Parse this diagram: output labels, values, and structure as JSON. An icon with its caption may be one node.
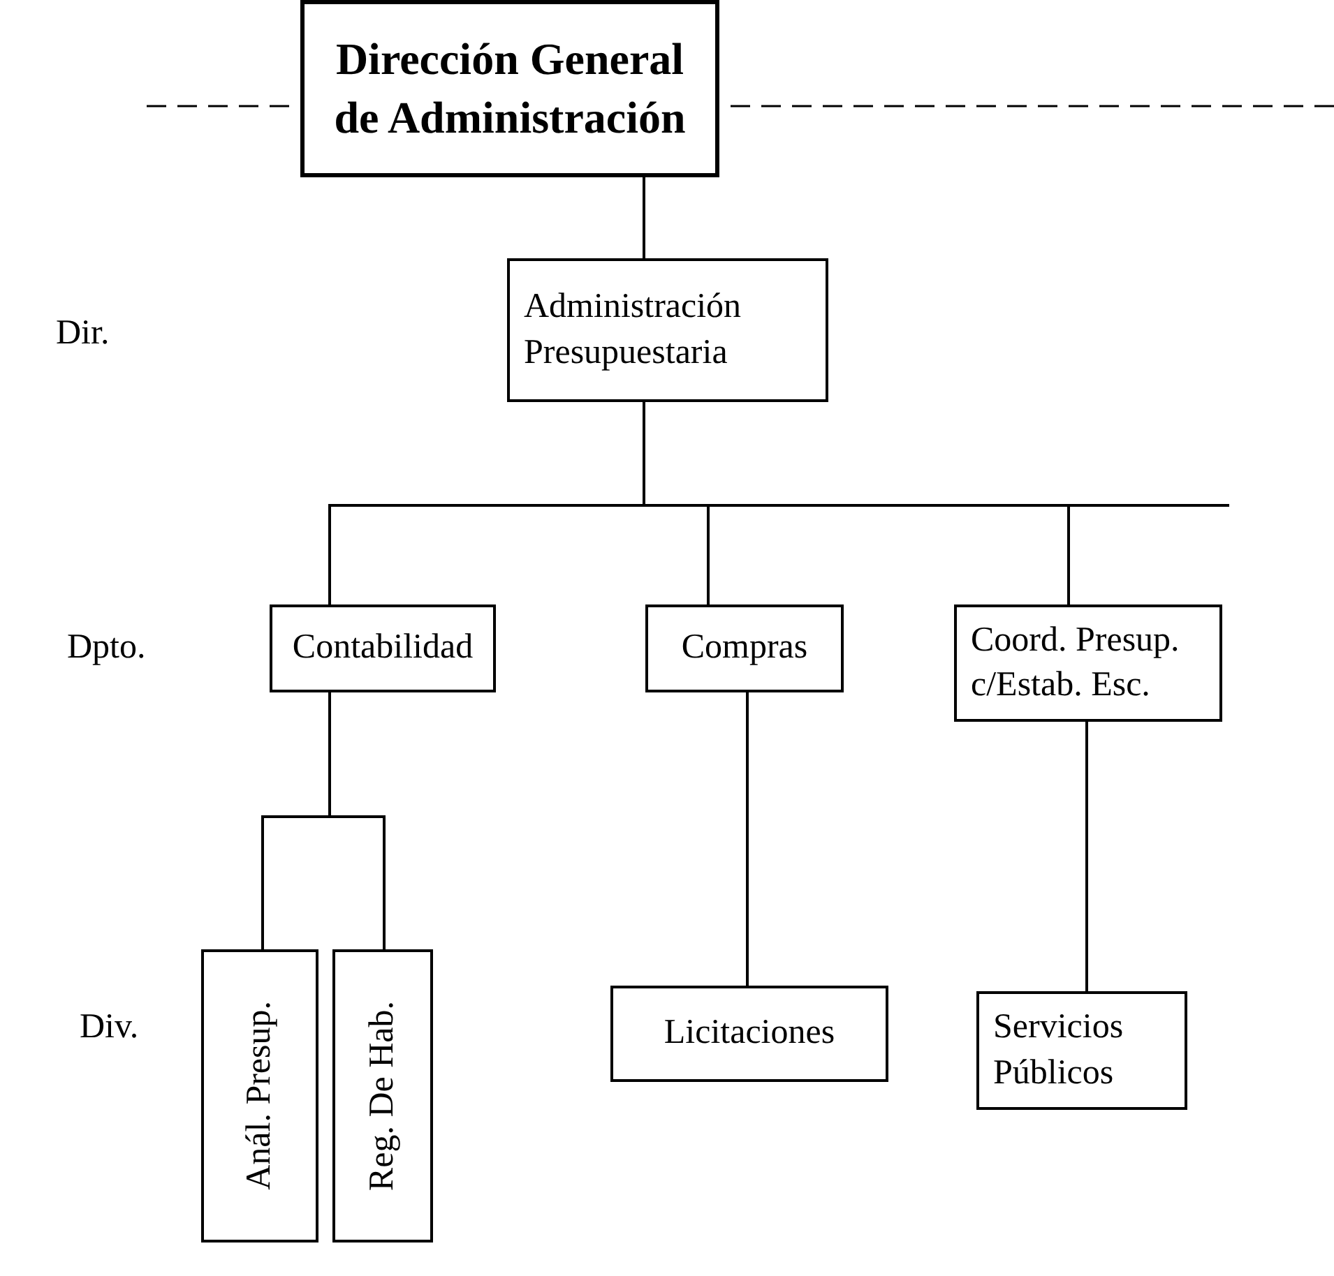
{
  "diagram": {
    "nodes": [
      {
        "text": [
          "Dirección General de Administración"
        ]
      },
      {
        "text": [
          "Administración Presupuestaria"
        ]
      },
      {
        "text": [
          "Contabilidad"
        ]
      },
      {
        "text": [
          "Compras"
        ]
      },
      {
        "text": [
          "Coord. Presup. c/Estab. Esc."
        ]
      },
      {
        "text": [
          "Anál. Presup."
        ]
      },
      {
        "text": [
          "Reg. De Hab."
        ]
      },
      {
        "text": [
          "Licitaciones"
        ]
      },
      {
        "text": [
          "Servicios Públicos"
        ]
      }
    ],
    "edges": [
      {
        "from": 0,
        "to": 1,
        "arrow": "none"
      },
      {
        "from": 1,
        "to": 2,
        "arrow": "none"
      },
      {
        "from": 1,
        "to": 3,
        "arrow": "none"
      },
      {
        "from": 1,
        "to": 4,
        "arrow": "none"
      },
      {
        "from": 2,
        "to": 5,
        "arrow": "none"
      },
      {
        "from": 2,
        "to": 6,
        "arrow": "none"
      },
      {
        "from": 3,
        "to": 7,
        "arrow": "none"
      },
      {
        "from": 4,
        "to": 8,
        "arrow": "none"
      }
    ],
    "labels": [
      "Dir.",
      "Dpto.",
      "Div."
    ]
  }
}
